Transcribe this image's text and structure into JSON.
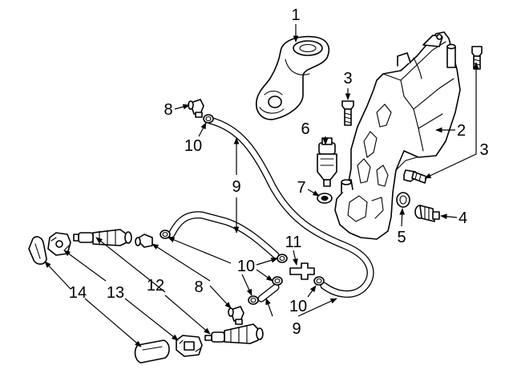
{
  "callouts": {
    "c1": "1",
    "c2": "2",
    "c3a": "3",
    "c3b": "3",
    "c4": "4",
    "c5": "5",
    "c6": "6",
    "c7": "7",
    "c8a": "8",
    "c8b": "8",
    "c9a": "9",
    "c9b": "9",
    "c10a": "10",
    "c10b": "10",
    "c10c": "10",
    "c11": "11",
    "c12": "12",
    "c13": "13",
    "c14": "14"
  },
  "colors": {
    "line": "#000000",
    "background": "#ffffff"
  }
}
